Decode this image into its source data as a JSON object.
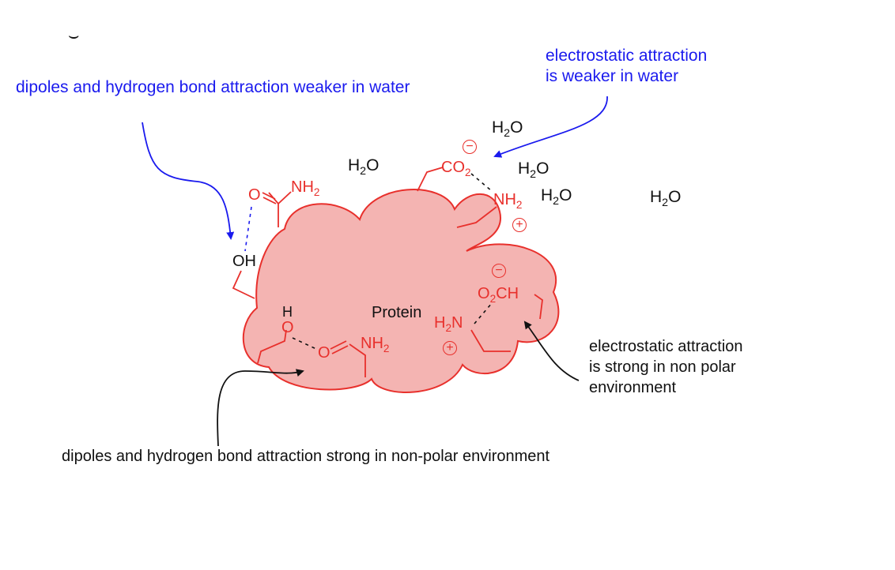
{
  "annotations": {
    "top_left": "dipoles and hydrogen bond attraction weaker in water",
    "top_right_line1": "electrostatic attraction",
    "top_right_line2": "is weaker in water",
    "right_line1": "electrostatic attraction",
    "right_line2": "is strong in non polar",
    "right_line3": "environment",
    "bottom": "dipoles and hydrogen bond attraction strong in non-polar environment"
  },
  "protein_label": "Protein",
  "water": {
    "formula": "H",
    "sub": "2",
    "tail": "O"
  },
  "groups": {
    "o": "O",
    "oh": "OH",
    "h": "H",
    "nh": "NH",
    "n": "N",
    "co": "CO",
    "ch": "CH",
    "two": "2"
  },
  "charges": {
    "minus": "−",
    "plus": "+"
  },
  "colors": {
    "annotation_blue": "#1a1aee",
    "molecule_red": "#e8302c",
    "protein_fill": "#f4b4b2",
    "protein_stroke": "#e8302c"
  }
}
